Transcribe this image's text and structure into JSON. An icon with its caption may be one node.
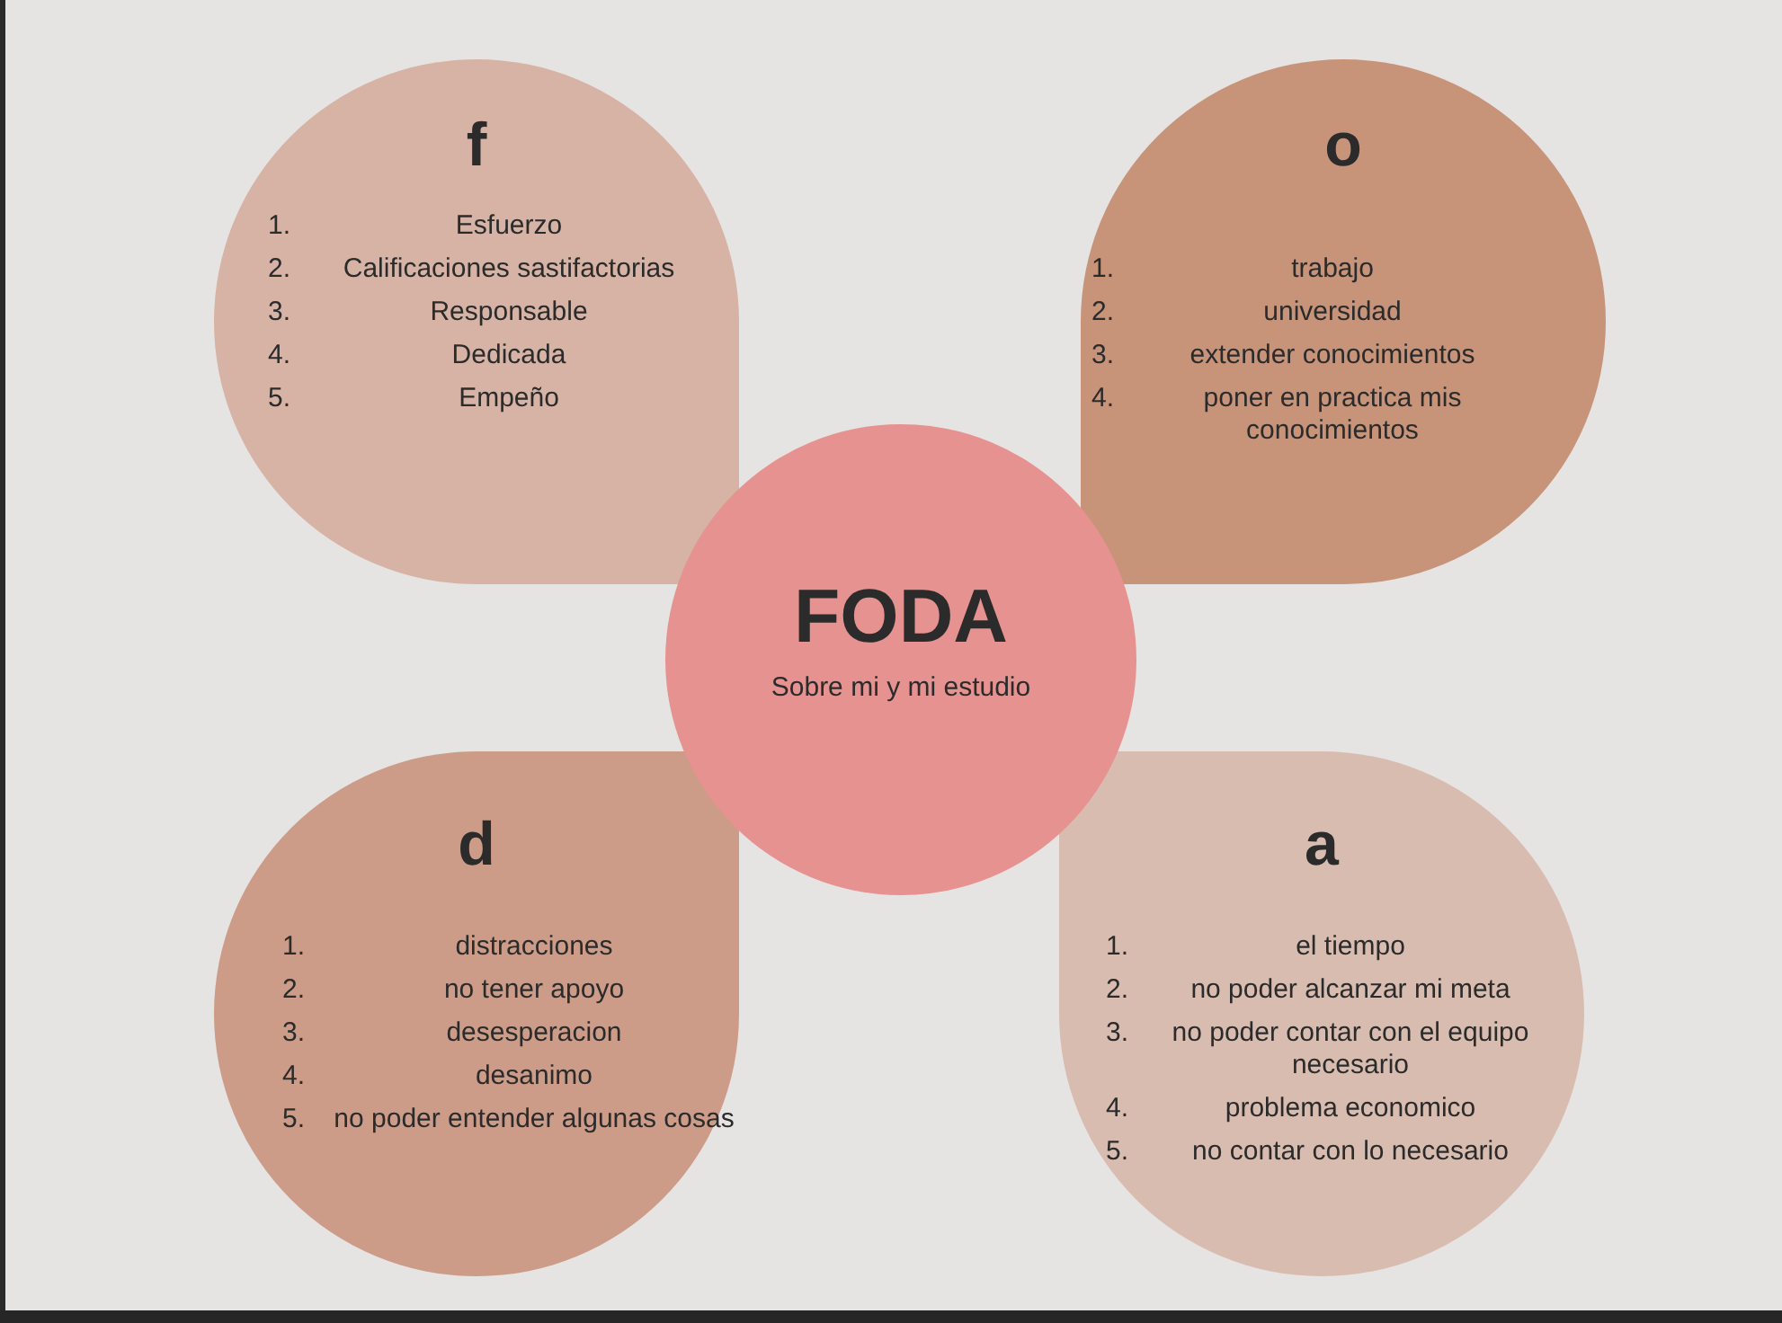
{
  "diagram": {
    "nodes": [
      {
        "text": [
          "f",
          "1.",
          "Esfuerzo",
          "2.",
          "Calificaciones sastifactorias",
          "3.",
          "Responsable",
          "4.",
          "Dedicada",
          "5.",
          "Empeño"
        ]
      },
      {
        "text": [
          "o",
          "1.",
          "trabajo",
          "2.",
          "universidad",
          "3.",
          "extender conocimientos",
          "4.",
          "poner en practica mis conocimientos"
        ]
      },
      {
        "text": [
          "FODA",
          "Sobre mi y mi estudio"
        ]
      },
      {
        "text": [
          "d",
          "1.",
          "distracciones",
          "2.",
          "no tener apoyo",
          "3.",
          "desesperacion",
          "4.",
          "desanimo",
          "5.",
          "no poder entender algunas cosas"
        ]
      },
      {
        "text": [
          "a",
          "1.",
          "el tiempo",
          "2.",
          "no poder alcanzar mi meta",
          "3.",
          "no poder contar con el equipo necesario",
          "4.",
          "problema economico",
          "5.",
          "no contar con lo necesario"
        ]
      }
    ]
  }
}
